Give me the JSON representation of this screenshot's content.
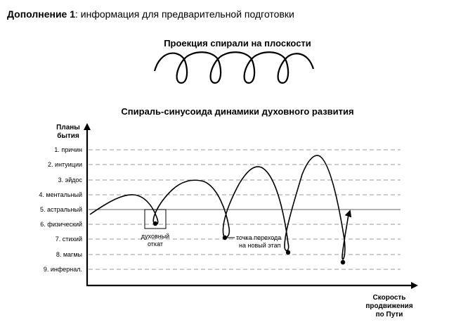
{
  "header": {
    "title_bold": "Дополнение 1",
    "title_rest": ": информация для предварительной подготовки"
  },
  "projection": {
    "title": "Проекция спирали на плоскости"
  },
  "diagram": {
    "title": "Спираль-синусоида динамики духовного развития",
    "y_axis_label": [
      "Планы",
      "бытия"
    ],
    "x_axis_label": [
      "Скорость",
      "продвижения",
      "по Пути"
    ],
    "levels": [
      "1. причин",
      "2. интуиции",
      "3. эйдос",
      "4. ментальный",
      "5. астральный",
      "6. физический",
      "7. стихий",
      "8. магмы",
      "9. инфернал."
    ],
    "annotations": {
      "rollback": [
        "духовный",
        "откат"
      ],
      "transition": [
        "точка перехода",
        "на новый этап"
      ]
    }
  }
}
